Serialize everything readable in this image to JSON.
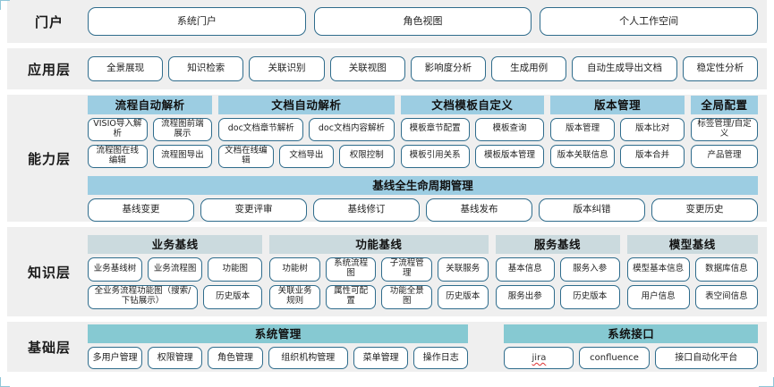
{
  "layers": [
    {
      "id": "portal",
      "label": "门户",
      "items": [
        "系统门户",
        "角色视图",
        "个人工作空间"
      ]
    },
    {
      "id": "application",
      "label": "应用层",
      "items": [
        "全景展现",
        "知识检索",
        "关联识别",
        "关联视图",
        "影响度分析",
        "生成用例",
        "自动生成导出文档",
        "稳定性分析"
      ]
    },
    {
      "id": "capability",
      "label": "能力层",
      "groups": [
        {
          "title": "流程自动解析",
          "rows": [
            [
              "VISIO导入解析",
              "流程图前端展示"
            ],
            [
              "流程图在线编辑",
              "流程图导出"
            ]
          ]
        },
        {
          "title": "文档自动解析",
          "rows": [
            [
              "doc文档章节解析",
              "doc文档内容解析"
            ],
            [
              "文档在线编辑",
              "文档导出",
              "权限控制"
            ]
          ]
        },
        {
          "title": "文档模板自定义",
          "rows": [
            [
              "模板章节配置",
              "模板查询"
            ],
            [
              "模板引用关系",
              "模板版本管理"
            ]
          ]
        },
        {
          "title": "版本管理",
          "rows": [
            [
              "版本管理",
              "版本比对"
            ],
            [
              "版本关联信息",
              "版本合并"
            ]
          ]
        },
        {
          "title": "全局配置",
          "rows": [
            [
              "标签管理/自定义"
            ],
            [
              "产品管理"
            ]
          ]
        }
      ],
      "lifecycle": {
        "title": "基线全生命周期管理",
        "items": [
          "基线变更",
          "变更评审",
          "基线修订",
          "基线发布",
          "版本纠错",
          "变更历史"
        ]
      }
    },
    {
      "id": "knowledge",
      "label": "知识层",
      "groups": [
        {
          "title": "业务基线",
          "rows": [
            [
              "业务基线树",
              "业务流程图",
              "功能图"
            ],
            [
              "全业务流程功能图（搜索/下钻展示）",
              "历史版本"
            ]
          ]
        },
        {
          "title": "功能基线",
          "rows": [
            [
              "功能树",
              "系统流程图",
              "子流程管理",
              "关联服务"
            ],
            [
              "关联业务规则",
              "属性可配置",
              "功能全景图",
              "历史版本"
            ]
          ]
        },
        {
          "title": "服务基线",
          "rows": [
            [
              "基本信息",
              "服务入参"
            ],
            [
              "服务出参",
              "历史版本"
            ]
          ]
        },
        {
          "title": "模型基线",
          "rows": [
            [
              "模型基本信息",
              "数据库信息"
            ],
            [
              "用户信息",
              "表空间信息"
            ]
          ]
        }
      ]
    },
    {
      "id": "base",
      "label": "基础层",
      "groups": [
        {
          "title": "系统管理",
          "rows": [
            [
              "多用户管理",
              "权限管理",
              "角色管理",
              "组织机构管理",
              "菜单管理",
              "操作日志"
            ]
          ]
        },
        {
          "title": "系统接口",
          "rows": [
            [
              "jira",
              "confluence",
              "接口自动化平台"
            ]
          ]
        }
      ]
    }
  ],
  "colors": {
    "band_bg": "#efefef",
    "group_header_blue": "#9ccde2",
    "group_header_soft": "#cbdade",
    "group_header_teal": "#86c9d2",
    "pill_border": "#2f6c8c",
    "pill_bg": "#ffffff"
  }
}
